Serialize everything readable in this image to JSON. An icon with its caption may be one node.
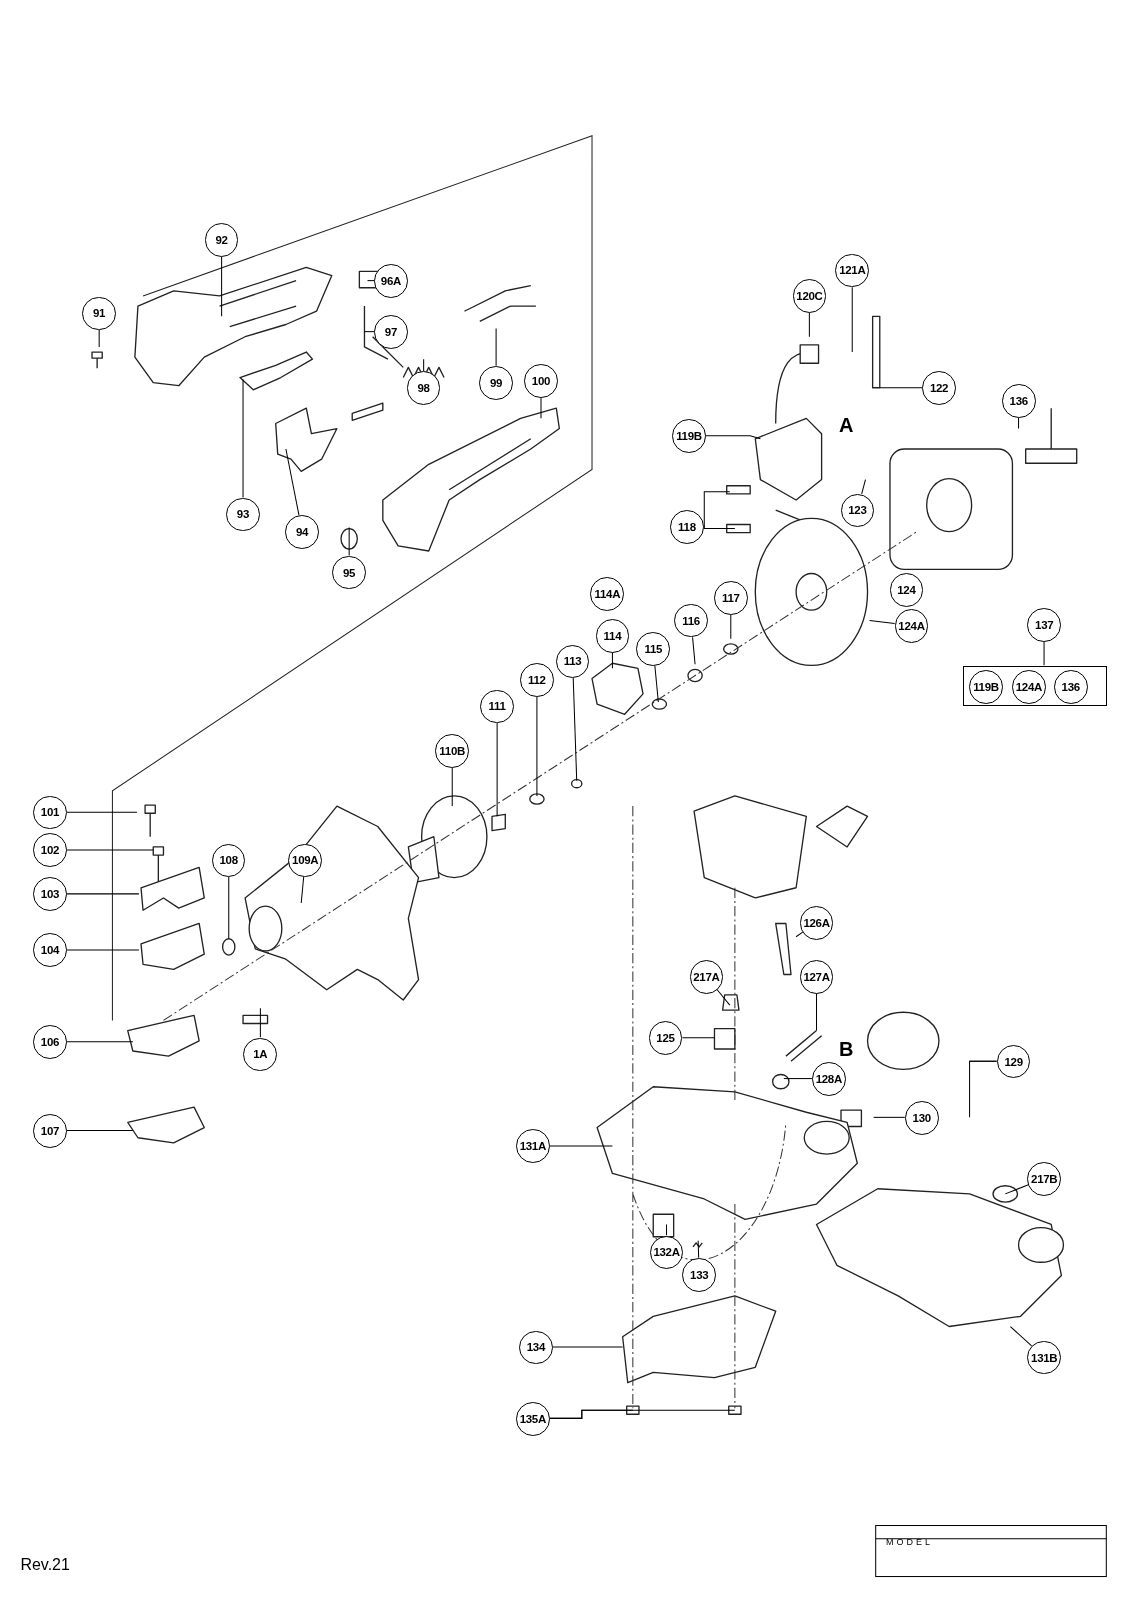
{
  "diagram": {
    "nodes": [
      {
        "text": [
          "92"
        ]
      },
      {
        "text": [
          "91"
        ]
      },
      {
        "text": [
          "96A"
        ]
      },
      {
        "text": [
          "97"
        ]
      },
      {
        "text": [
          "100"
        ]
      },
      {
        "text": [
          "99"
        ]
      },
      {
        "text": [
          "98"
        ]
      },
      {
        "text": [
          "93"
        ]
      },
      {
        "text": [
          "94"
        ]
      },
      {
        "text": [
          "95"
        ]
      },
      {
        "text": [
          "121A"
        ]
      },
      {
        "text": [
          "120C"
        ]
      },
      {
        "text": [
          "122"
        ]
      },
      {
        "text": [
          "119B"
        ]
      },
      {
        "text": [
          "136"
        ]
      },
      {
        "text": [
          "118"
        ]
      },
      {
        "text": [
          "123"
        ]
      },
      {
        "text": [
          "124"
        ]
      },
      {
        "text": [
          "124A"
        ]
      },
      {
        "text": [
          "114A"
        ]
      },
      {
        "text": [
          "117"
        ]
      },
      {
        "text": [
          "116"
        ]
      },
      {
        "text": [
          "114"
        ]
      },
      {
        "text": [
          "115"
        ]
      },
      {
        "text": [
          "113"
        ]
      },
      {
        "text": [
          "137"
        ]
      },
      {
        "text": [],
        "shape": "box"
      },
      {
        "text": [
          "119B"
        ],
        "in": 26
      },
      {
        "text": [
          "124A"
        ],
        "in": 26
      },
      {
        "text": [
          "136"
        ],
        "in": 26
      },
      {
        "text": [
          "112"
        ]
      },
      {
        "text": [
          "111"
        ]
      },
      {
        "text": [
          "110B"
        ]
      },
      {
        "text": [
          "101"
        ]
      },
      {
        "text": [
          "102"
        ]
      },
      {
        "text": [
          "103"
        ]
      },
      {
        "text": [
          "109A"
        ]
      },
      {
        "text": [
          "108"
        ]
      },
      {
        "text": [
          "126A"
        ]
      },
      {
        "text": [
          "104"
        ]
      },
      {
        "text": [
          "217A"
        ]
      },
      {
        "text": [
          "127A"
        ]
      },
      {
        "text": [
          "125"
        ]
      },
      {
        "text": [
          "106"
        ]
      },
      {
        "text": [
          "1A"
        ]
      },
      {
        "text": [
          "129"
        ]
      },
      {
        "text": [
          "128A"
        ]
      },
      {
        "text": [
          "130"
        ]
      },
      {
        "text": [
          "107"
        ]
      },
      {
        "text": [
          "131A"
        ]
      },
      {
        "text": [
          "217B"
        ]
      },
      {
        "text": [
          "132A"
        ]
      },
      {
        "text": [
          "133"
        ]
      },
      {
        "text": [
          "134"
        ]
      },
      {
        "text": [
          "131B"
        ]
      },
      {
        "text": [
          "135A"
        ]
      }
    ],
    "edges": [
      {
        "from": 0,
        "to": null,
        "arrow": "none"
      },
      {
        "from": 1,
        "to": null,
        "arrow": "none"
      },
      {
        "from": 2,
        "to": null,
        "arrow": "none"
      },
      {
        "from": 3,
        "to": null,
        "arrow": "none"
      },
      {
        "from": 4,
        "to": null,
        "arrow": "none"
      },
      {
        "from": 5,
        "to": null,
        "arrow": "none"
      },
      {
        "from": 6,
        "to": null,
        "arrow": "none"
      },
      {
        "from": 7,
        "to": null,
        "arrow": "none"
      },
      {
        "from": 8,
        "to": null,
        "arrow": "none"
      },
      {
        "from": 9,
        "to": null,
        "arrow": "none"
      },
      {
        "from": 10,
        "to": null,
        "arrow": "none"
      },
      {
        "from": 11,
        "to": null,
        "arrow": "none"
      },
      {
        "from": 12,
        "to": null,
        "arrow": "none"
      },
      {
        "from": 13,
        "to": null,
        "arrow": "none"
      },
      {
        "from": 14,
        "to": null,
        "arrow": "none"
      },
      {
        "from": 15,
        "to": null,
        "arrow": "none"
      },
      {
        "from": 15,
        "to": null,
        "arrow": "none"
      },
      {
        "from": 16,
        "to": null,
        "arrow": "none"
      },
      {
        "from": 18,
        "to": null,
        "arrow": "none"
      },
      {
        "from": 20,
        "to": null,
        "arrow": "none"
      },
      {
        "from": 21,
        "to": null,
        "arrow": "none"
      },
      {
        "from": 22,
        "to": null,
        "arrow": "none"
      },
      {
        "from": 23,
        "to": null,
        "arrow": "none"
      },
      {
        "from": 24,
        "to": null,
        "arrow": "none"
      },
      {
        "from": 25,
        "to": 26,
        "arrow": "none"
      },
      {
        "from": 30,
        "to": null,
        "arrow": "none"
      },
      {
        "from": 31,
        "to": null,
        "arrow": "none"
      },
      {
        "from": 32,
        "to": null,
        "arrow": "none"
      },
      {
        "from": 33,
        "to": null,
        "arrow": "none"
      },
      {
        "from": 34,
        "to": null,
        "arrow": "none"
      },
      {
        "from": 35,
        "to": null,
        "arrow": "none"
      },
      {
        "from": 36,
        "to": null,
        "arrow": "none"
      },
      {
        "from": 37,
        "to": null,
        "arrow": "none"
      },
      {
        "from": 38,
        "to": null,
        "arrow": "none"
      },
      {
        "from": 39,
        "to": null,
        "arrow": "none"
      },
      {
        "from": 40,
        "to": null,
        "arrow": "none"
      },
      {
        "from": 41,
        "to": null,
        "arrow": "none"
      },
      {
        "from": 42,
        "to": null,
        "arrow": "none"
      },
      {
        "from": 43,
        "to": null,
        "arrow": "none"
      },
      {
        "from": 44,
        "to": null,
        "arrow": "none"
      },
      {
        "from": 45,
        "to": null,
        "arrow": "none"
      },
      {
        "from": 45,
        "to": null,
        "arrow": "none"
      },
      {
        "from": 46,
        "to": null,
        "arrow": "none"
      },
      {
        "from": 47,
        "to": null,
        "arrow": "none"
      },
      {
        "from": 48,
        "to": null,
        "arrow": "none"
      },
      {
        "from": 49,
        "to": null,
        "arrow": "none"
      },
      {
        "from": 50,
        "to": null,
        "arrow": "none"
      },
      {
        "from": 51,
        "to": null,
        "arrow": "none"
      },
      {
        "from": 52,
        "to": null,
        "arrow": "none"
      },
      {
        "from": 53,
        "to": null,
        "arrow": "none"
      },
      {
        "from": 54,
        "to": null,
        "arrow": "none"
      },
      {
        "from": 55,
        "to": null,
        "arrow": "none"
      },
      {
        "from": 55,
        "to": null,
        "arrow": "none"
      }
    ],
    "labels": [
      "A",
      "B",
      "MODEL",
      "Rev.21"
    ]
  }
}
